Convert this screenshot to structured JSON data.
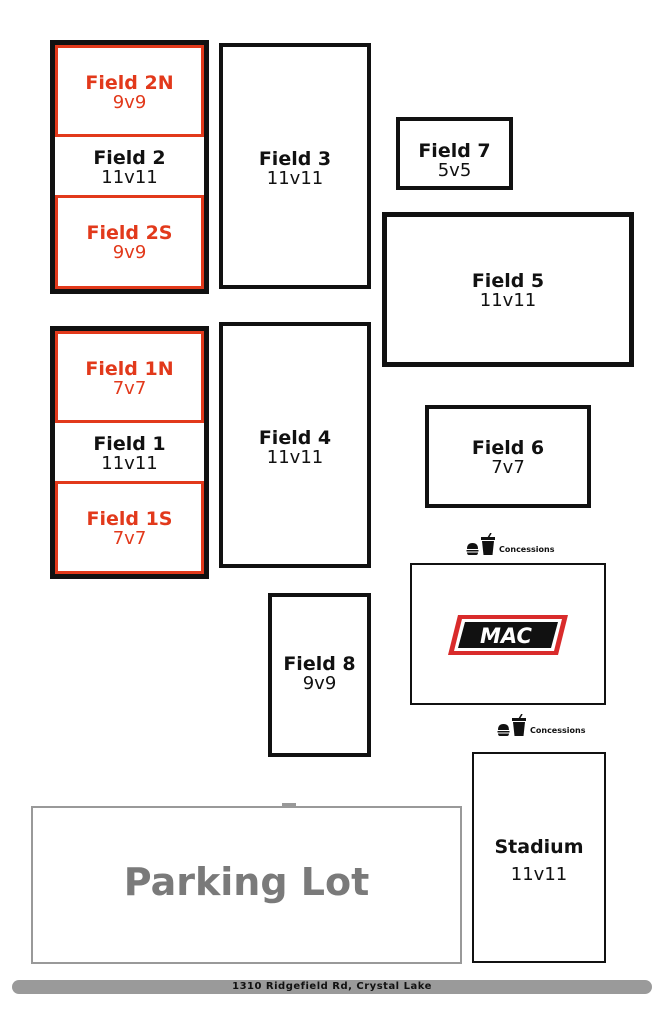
{
  "fields": {
    "f2n": {
      "name": "Field 2N",
      "size": "9v9"
    },
    "f2": {
      "name": "Field 2",
      "size": "11v11"
    },
    "f2s": {
      "name": "Field 2S",
      "size": "9v9"
    },
    "f3": {
      "name": "Field 3",
      "size": "11v11"
    },
    "f7": {
      "name": "Field 7",
      "size": "5v5"
    },
    "f5": {
      "name": "Field 5",
      "size": "11v11"
    },
    "f1n": {
      "name": "Field 1N",
      "size": "7v7"
    },
    "f1": {
      "name": "Field 1",
      "size": "11v11"
    },
    "f1s": {
      "name": "Field 1S",
      "size": "7v7"
    },
    "f4": {
      "name": "Field 4",
      "size": "11v11"
    },
    "f6": {
      "name": "Field 6",
      "size": "7v7"
    },
    "f8": {
      "name": "Field 8",
      "size": "9v9"
    },
    "stadium": {
      "name": "Stadium",
      "size": "11v11"
    }
  },
  "concessions": {
    "label": "Concessions",
    "icons": [
      "burger-icon",
      "drink-cup-icon"
    ]
  },
  "building": {
    "logo_text": "MAC",
    "logo_colors": [
      "#d92b2b",
      "#111111",
      "#ffffff"
    ]
  },
  "parking": {
    "label": "Parking Lot"
  },
  "address": "1310 Ridgefield Rd, Crystal Lake",
  "colors": {
    "outline": "#111111",
    "accent": "#e2391b",
    "parking": "#7a7a7a",
    "road": "#9a9a9a"
  }
}
